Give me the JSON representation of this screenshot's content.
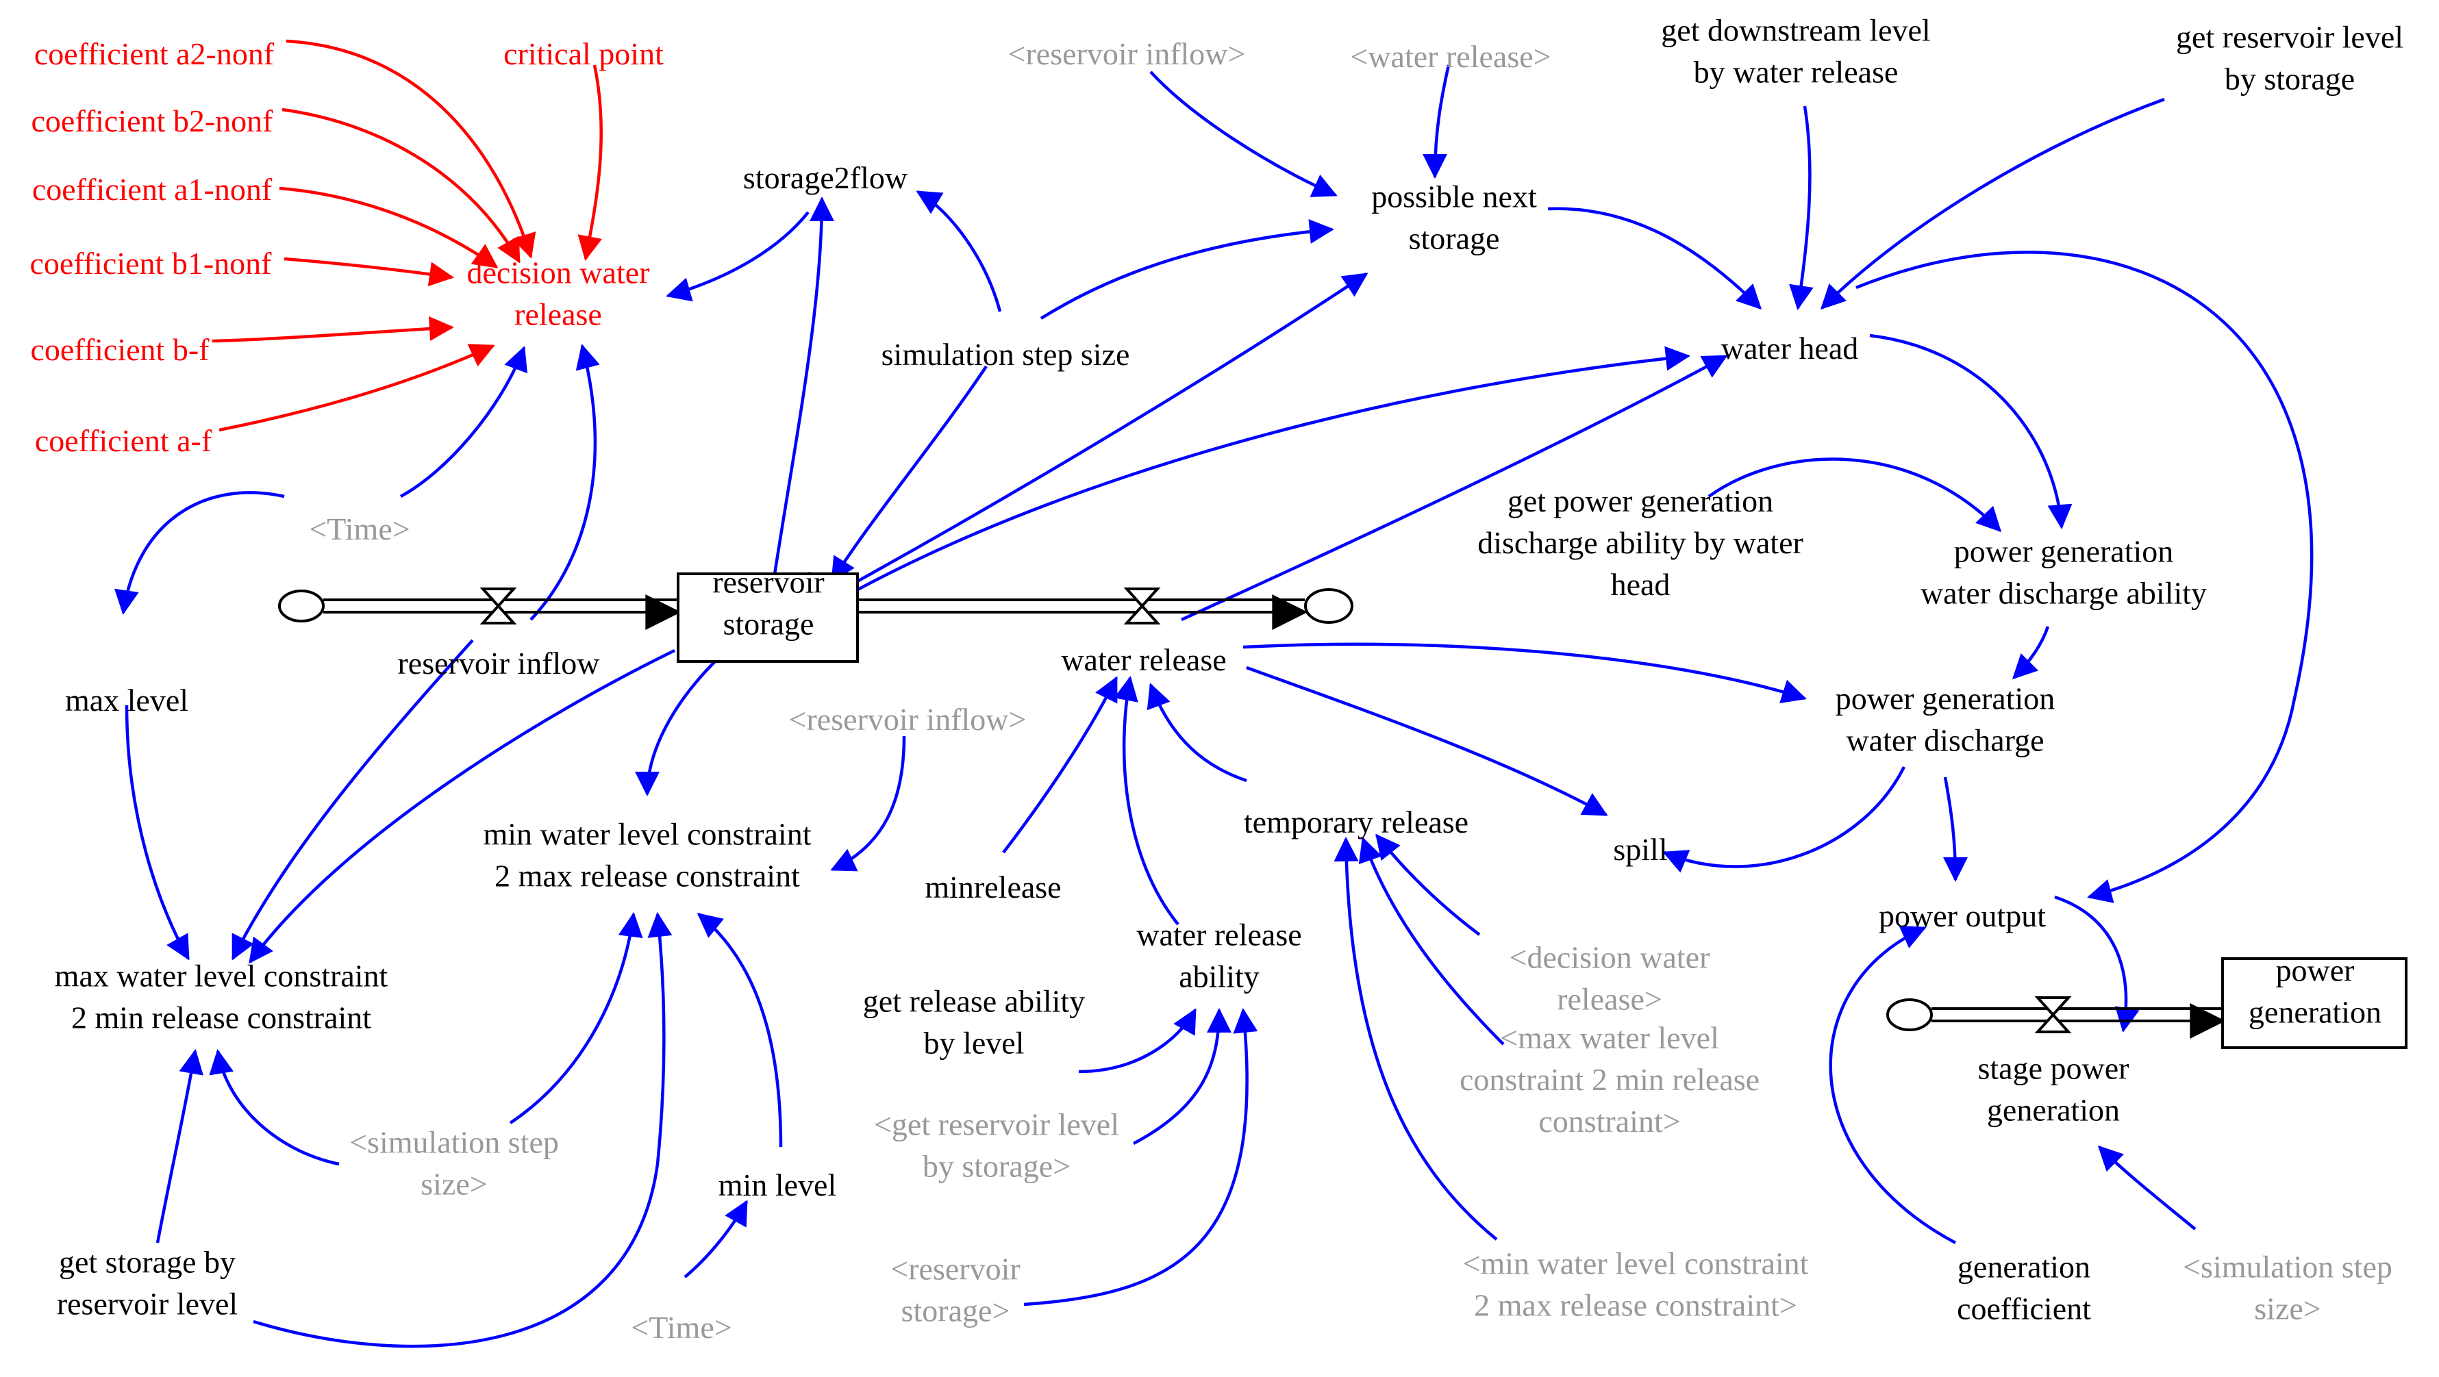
{
  "colors": {
    "link": "#0000ff",
    "decision_link": "#ff0000",
    "decision_text": "#ff0000",
    "shadow_text": "#999999",
    "text": "#000000"
  },
  "stocks": {
    "reservoir_storage": [
      "reservoir",
      "storage"
    ],
    "power_generation": [
      "power",
      "generation"
    ]
  },
  "flows": {
    "reservoir_inflow": [
      "reservoir inflow"
    ],
    "water_release": [
      "water release"
    ],
    "stage_power_generation": [
      "stage power",
      "generation"
    ]
  },
  "decision": {
    "coef_a2_nonf": [
      "coefficient a2-nonf"
    ],
    "coef_b2_nonf": [
      "coefficient b2-nonf"
    ],
    "coef_a1_nonf": [
      "coefficient a1-nonf"
    ],
    "coef_b1_nonf": [
      "coefficient b1-nonf"
    ],
    "coef_b_f": [
      "coefficient b-f"
    ],
    "coef_a_f": [
      "coefficient a-f"
    ],
    "critical_point": [
      "critical point"
    ],
    "decision_water_release": [
      "decision water",
      "release"
    ]
  },
  "variables": {
    "storage2flow": [
      "storage2flow"
    ],
    "simulation_step_size": [
      "simulation step size"
    ],
    "possible_next_storage": [
      "possible next",
      "storage"
    ],
    "get_downstream_level": [
      "get downstream level",
      "by water release"
    ],
    "get_reservoir_level": [
      "get reservoir level",
      "by storage"
    ],
    "water_head": [
      "water head"
    ],
    "get_pgda_by_head": [
      "get power generation",
      "discharge ability by water",
      "head"
    ],
    "pg_water_discharge_ability": [
      "power generation",
      "water discharge ability"
    ],
    "pg_water_discharge": [
      "power generation",
      "water discharge"
    ],
    "max_level": [
      "max level"
    ],
    "max_wl_constraint": [
      "max water level constraint",
      "2 min release constraint"
    ],
    "min_wl_constraint": [
      "min water level constraint",
      "2 max release constraint"
    ],
    "minrelease": [
      "minrelease"
    ],
    "temporary_release": [
      "temporary release"
    ],
    "spill": [
      "spill"
    ],
    "power_output": [
      "power output"
    ],
    "water_release_ability": [
      "water release",
      "ability"
    ],
    "get_release_ability": [
      "get release ability",
      "by level"
    ],
    "min_level": [
      "min level"
    ],
    "get_storage_by_level": [
      "get storage by",
      "reservoir level"
    ],
    "generation_coefficient": [
      "generation",
      "coefficient"
    ]
  },
  "shadow": {
    "reservoir_inflow_top": [
      "<reservoir inflow>"
    ],
    "water_release_top": [
      "<water release>"
    ],
    "time_left": [
      "<Time>"
    ],
    "reservoir_inflow_mid": [
      "<reservoir inflow>"
    ],
    "simulation_step_size_bottom": [
      "<simulation step",
      "size>"
    ],
    "time_bottom": [
      "<Time>"
    ],
    "get_reservoir_level_bottom": [
      "<get reservoir level",
      "by storage>"
    ],
    "reservoir_storage_bottom": [
      "<reservoir",
      "storage>"
    ],
    "decision_water_release_shadow": [
      "<decision water",
      "release>"
    ],
    "max_wl_constraint_shadow": [
      "<max water level",
      "constraint 2 min release",
      "constraint>"
    ],
    "min_wl_constraint_shadow": [
      "<min water level constraint",
      "2 max release constraint>"
    ],
    "simulation_step_size_right": [
      "<simulation step",
      "size>"
    ]
  }
}
